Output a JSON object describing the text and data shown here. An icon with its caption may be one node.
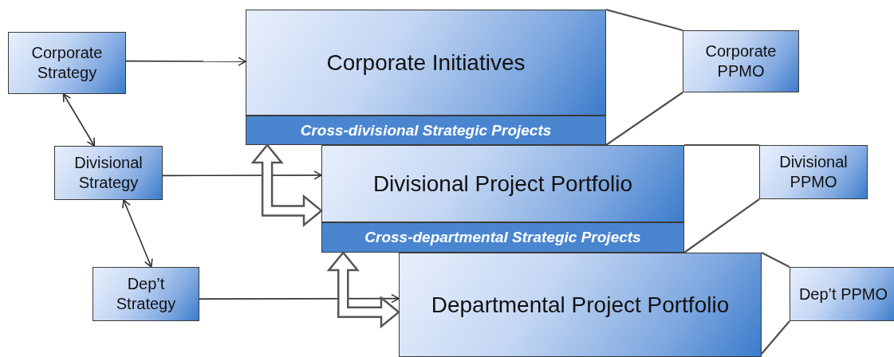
{
  "diagram": {
    "nodes": [
      {
        "text": [
          "Corporate Strategy"
        ]
      },
      {
        "text": [
          "Divisional Strategy"
        ]
      },
      {
        "text": [
          "Dep’t Strategy"
        ]
      },
      {
        "text": [
          "Corporate Initiatives"
        ]
      },
      {
        "text": [
          "Cross-divisional Strategic Projects"
        ]
      },
      {
        "text": [
          "Divisional Project Portfolio"
        ]
      },
      {
        "text": [
          "Cross-departmental Strategic Projects"
        ]
      },
      {
        "text": [
          "Departmental Project Portfolio"
        ]
      },
      {
        "text": [
          "Corporate PPMO"
        ]
      },
      {
        "text": [
          "Divisional PPMO"
        ]
      },
      {
        "text": [
          "Dep’t PPMO"
        ]
      }
    ],
    "edges": [
      {
        "from": 0,
        "to": 3,
        "arrow": "to"
      },
      {
        "from": 1,
        "to": 5,
        "arrow": "to"
      },
      {
        "from": 2,
        "to": 7,
        "arrow": "to"
      },
      {
        "from": 0,
        "to": 1,
        "arrow": "both"
      },
      {
        "from": 1,
        "to": 2,
        "arrow": "both"
      },
      {
        "from": 4,
        "to": 5,
        "arrow": "both",
        "style": "thick"
      },
      {
        "from": 6,
        "to": 7,
        "arrow": "both",
        "style": "thick"
      },
      {
        "from": 3,
        "to": 8,
        "arrow": "none"
      },
      {
        "from": 4,
        "to": 8,
        "arrow": "none"
      },
      {
        "from": 5,
        "to": 9,
        "arrow": "none"
      },
      {
        "from": 6,
        "to": 9,
        "arrow": "none"
      },
      {
        "from": 7,
        "to": 10,
        "arrow": "none"
      },
      {
        "from": 7,
        "to": 10,
        "arrow": "none"
      }
    ]
  }
}
